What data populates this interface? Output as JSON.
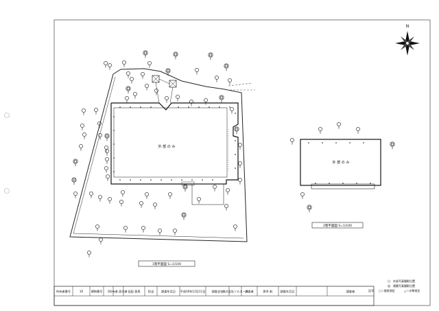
{
  "plan1": {
    "caption": "1階平面図 S=1/100",
    "building_label": "外 部 の み"
  },
  "plan2": {
    "caption": "2階平面図 S=1/100",
    "building_label": "外 部 の み"
  },
  "compass": {
    "north_label": "N",
    "icon": "compass-rose-icon"
  },
  "legend": {
    "title": "記号",
    "items": [
      {
        "symbol": "○",
        "text": "外部写真撮影位置"
      },
      {
        "symbol": "◎",
        "text": "建築写真撮影位置"
      }
    ],
    "notes": [
      "□＝接続測定",
      "△＝水準測定"
    ]
  },
  "title_block": {
    "cells": [
      "所有者番号",
      "10",
      "建物番号",
      "1",
      "所有者 居住者",
      "田田 直表",
      "担当",
      "調査年月日",
      "平成30年12月11日",
      "調査会社",
      "株式会社ソルエース",
      "調査者",
      "原木 航",
      "調査年月日",
      "",
      "調査者"
    ]
  }
}
